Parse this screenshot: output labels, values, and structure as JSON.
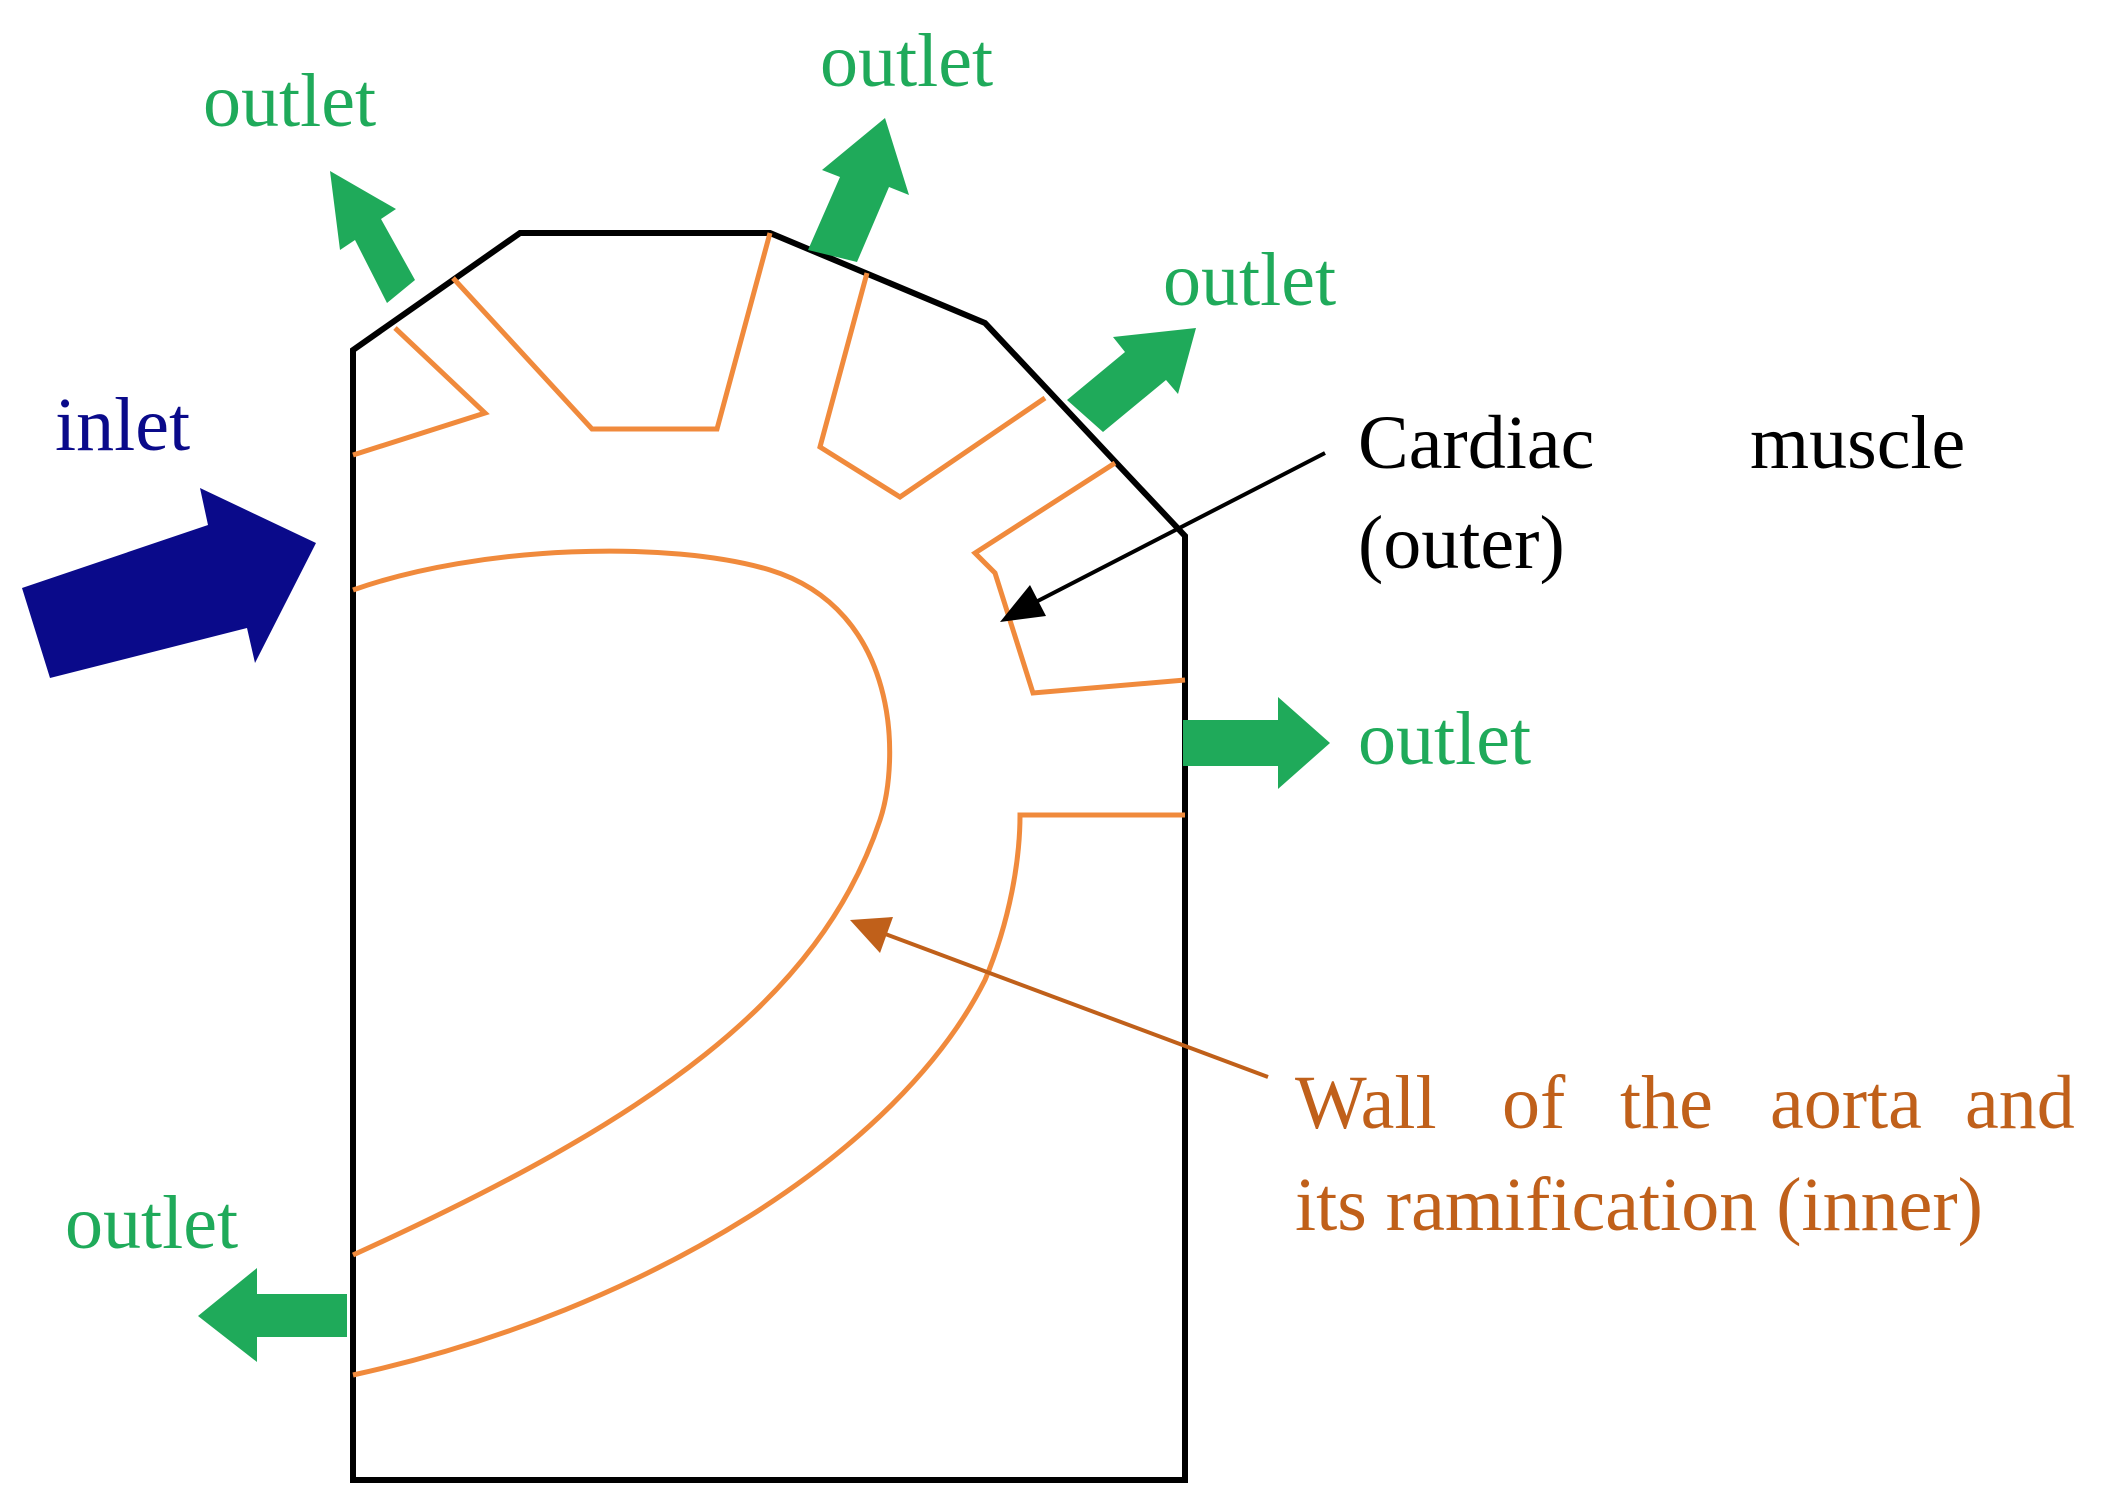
{
  "labels": {
    "inlet": "inlet",
    "outlet": "outlet",
    "cardiac_line1_word1": "Cardiac",
    "cardiac_line1_word2": "muscle",
    "cardiac_line2": "(outer)",
    "wall_line1_words": [
      "Wall",
      "of",
      "the",
      "aorta",
      "and"
    ],
    "wall_line2": "its ramification (inner)"
  },
  "colors": {
    "outer_boundary": "#000000",
    "inner_wall": "#f08a3c",
    "inlet_arrow": "#0a0a8a",
    "outlet_arrow": "#1faa5a",
    "outlet_text": "#1faa5a",
    "inlet_text": "#0a0a8a",
    "cardiac_text": "#000000",
    "wall_text": "#c0601a",
    "wall_pointer": "#c0601a"
  }
}
